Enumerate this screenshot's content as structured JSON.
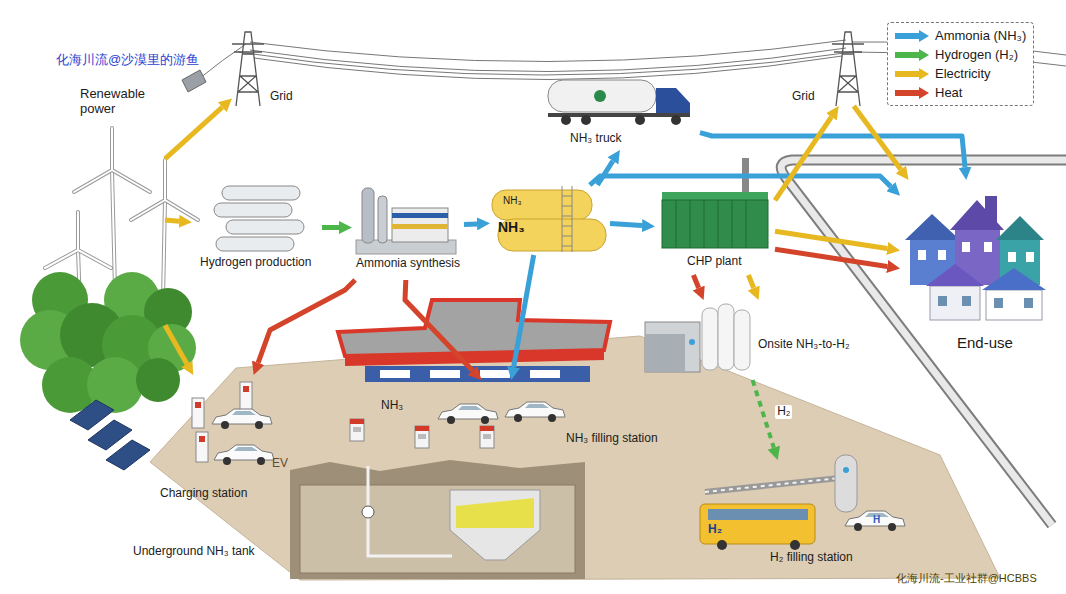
{
  "diagram": {
    "nodes": [
      {
        "text": [
          "Renewable power"
        ]
      },
      {
        "text": [
          "Grid"
        ]
      },
      {
        "text": [
          "Hydrogen production"
        ]
      },
      {
        "text": [
          "Ammonia synthesis"
        ]
      },
      {
        "text": [
          "NH₃",
          "NH₃"
        ]
      },
      {
        "text": [
          "NH₃ truck"
        ]
      },
      {
        "text": [
          "CHP plant"
        ]
      },
      {
        "text": [
          "Grid"
        ]
      },
      {
        "text": [
          "End-use"
        ]
      },
      {
        "text": [
          "Onsite NH₃-to-H₂"
        ]
      },
      {
        "text": [
          "NH₃ filling station"
        ]
      },
      {
        "text": [
          "Charging station"
        ]
      },
      {
        "text": [
          "H₂ filling station"
        ]
      }
    ],
    "edges": [
      {
        "from": 0,
        "to": 1,
        "arrow": "to"
      },
      {
        "from": 0,
        "to": 2,
        "arrow": "to"
      },
      {
        "from": 0,
        "to": 11,
        "arrow": "to"
      },
      {
        "from": 2,
        "to": 3,
        "arrow": "to"
      },
      {
        "from": 3,
        "to": 4,
        "arrow": "to"
      },
      {
        "from": 4,
        "to": 5,
        "arrow": "to"
      },
      {
        "from": 4,
        "to": 6,
        "arrow": "to"
      },
      {
        "from": 4,
        "to": 10,
        "arrow": "to"
      },
      {
        "from": 4,
        "to": 8,
        "arrow": "to"
      },
      {
        "from": 5,
        "to": 8,
        "arrow": "to"
      },
      {
        "from": 6,
        "to": 8,
        "arrow": "to"
      },
      {
        "from": 6,
        "to": 8,
        "arrow": "to"
      },
      {
        "from": 6,
        "to": 9,
        "arrow": "to"
      },
      {
        "from": 6,
        "to": 9,
        "arrow": "to"
      },
      {
        "from": 9,
        "to": 12,
        "label": "H₂",
        "arrow": "to"
      },
      {
        "from": 7,
        "to": 8,
        "arrow": "to"
      },
      {
        "from": 3,
        "to": 11,
        "arrow": "to"
      },
      {
        "from": 3,
        "to": 10,
        "arrow": "to"
      },
      {
        "from": 6,
        "to": 7,
        "arrow": "to"
      }
    ],
    "labels": [
      "化海川流@沙漠里的游鱼",
      "NH₃",
      "EV",
      "Underground NH₃ tank",
      "H₂",
      "H",
      "化海川流-工业社群@HCBBS"
    ],
    "legend": [
      {
        "text": "Ammonia (NH₃)",
        "color": "#3aa0d8"
      },
      {
        "text": "Hydrogen (H₂)",
        "color": "#4cb64a"
      },
      {
        "text": "Electricity",
        "color": "#e8b820"
      },
      {
        "text": "Heat",
        "color": "#d4442a"
      }
    ]
  }
}
